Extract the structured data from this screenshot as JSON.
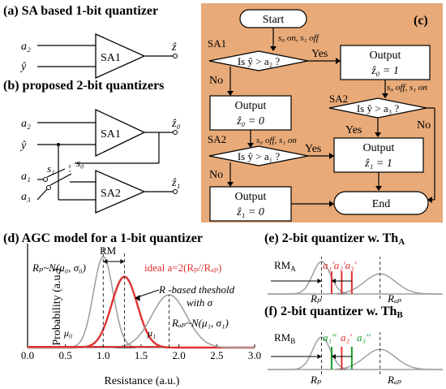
{
  "panel_a": {
    "heading": "(a) SA based 1-bit quantizer",
    "input_top": "a₂",
    "input_bottom": "ŷ",
    "block": "SA1",
    "output": "ẑ"
  },
  "panel_b": {
    "heading": "(b) proposed 2-bit quantizers",
    "input_a2": "a₂",
    "input_y": "ŷ",
    "input_a1": "a₁",
    "input_a3": "a₃",
    "switch1": "s₁",
    "switch0": "s₀",
    "block1": "SA1",
    "block2": "SA2",
    "out0": "ẑ₀",
    "out1": "ẑ₁"
  },
  "panel_c": {
    "label": "(c)",
    "bg_color": "#E8AA78",
    "start": "Start",
    "start_note": "s₀ on, s₁ off",
    "sa1_label": "SA1",
    "sa1_question": "Is ŷ > a₂ ?",
    "yes1": "Yes",
    "no1": "No",
    "out_z0_1_title": "Output",
    "out_z0_1_value": "ẑ₀ = 1",
    "out_z0_0_title": "Output",
    "out_z0_0_value": "ẑ₀ = 0",
    "note_left": "s₀ off, s₁ on",
    "note_right": "s₀ off, s₁ on",
    "sa2_left_label": "SA2",
    "sa2_left_question": "Is ŷ > a₁ ?",
    "yes_left": "Yes",
    "no_left": "No",
    "sa2_right_label": "SA2",
    "sa2_right_question": "Is ŷ > a₃ ?",
    "yes_right": "Yes",
    "no_right": "No",
    "out_z1_1_title": "Output",
    "out_z1_1_value": "ẑ₁ = 1",
    "out_z1_0_title": "Output",
    "out_z1_0_value": "ẑ₁ = 0",
    "end": "End"
  },
  "panel_d": {
    "heading": "(d) AGC model for a 1-bit quantizer",
    "rm": "RM",
    "rp_dist": "Rₚ~N(μ₀, σ₀)",
    "ideal": "ideal  a=2(Rₚ//Rₐₚ)",
    "r_based_1": "R -based theshold",
    "r_based_2": "with σ",
    "rap_dist": "Rₐₚ~N(μ₁, σ₁)",
    "mu0": "μ₀",
    "mu1": "μ₁",
    "ylabel": "Probability (a.u.)",
    "xlabel": "Resistance (a.u.)",
    "red_color": "#E03030"
  },
  "panel_e": {
    "heading": "(e) 2-bit quantizer w. Th",
    "heading_sub": "A",
    "rm": "RM",
    "rm_sub": "A",
    "thresholds": "a₁'a₂'a₃'",
    "rp": "Rₚ",
    "rap": "Rₐₚ"
  },
  "panel_f": {
    "heading": "(f) 2-bit quantizer w. Th",
    "heading_sub": "B",
    "rm": "RM",
    "rm_sub": "B",
    "t1": "a₁''",
    "t2": "a₂'",
    "t3": "a₃''",
    "rp": "Rₚ",
    "rap": "Rₐₚ",
    "green_color": "#1A9A2A"
  },
  "chart_data": {
    "type": "line",
    "title": "(d) AGC model for a 1-bit quantizer",
    "xlabel": "Resistance (a.u.)",
    "ylabel": "Probability (a.u.)",
    "x_ticks": [
      "0.0",
      "0.5",
      "1.0",
      "1.5",
      "2.0",
      "2.5",
      "3.0"
    ],
    "xlim": [
      0,
      3
    ],
    "series": [
      {
        "name": "Rₚ~N(μ₀, σ₀)",
        "mu": 1.0,
        "sigma": 0.13,
        "peak": 1.0
      },
      {
        "name": "R -based theshold with σ",
        "mu": 1.28,
        "sigma": 0.17,
        "peak": 0.78
      },
      {
        "name": "Rₐₚ~N(μ₁, σ₁)",
        "mu": 1.87,
        "sigma": 0.23,
        "peak": 0.58
      }
    ],
    "markers": {
      "mu0": 1.0,
      "ideal": 1.28,
      "mu1": 1.87
    }
  }
}
